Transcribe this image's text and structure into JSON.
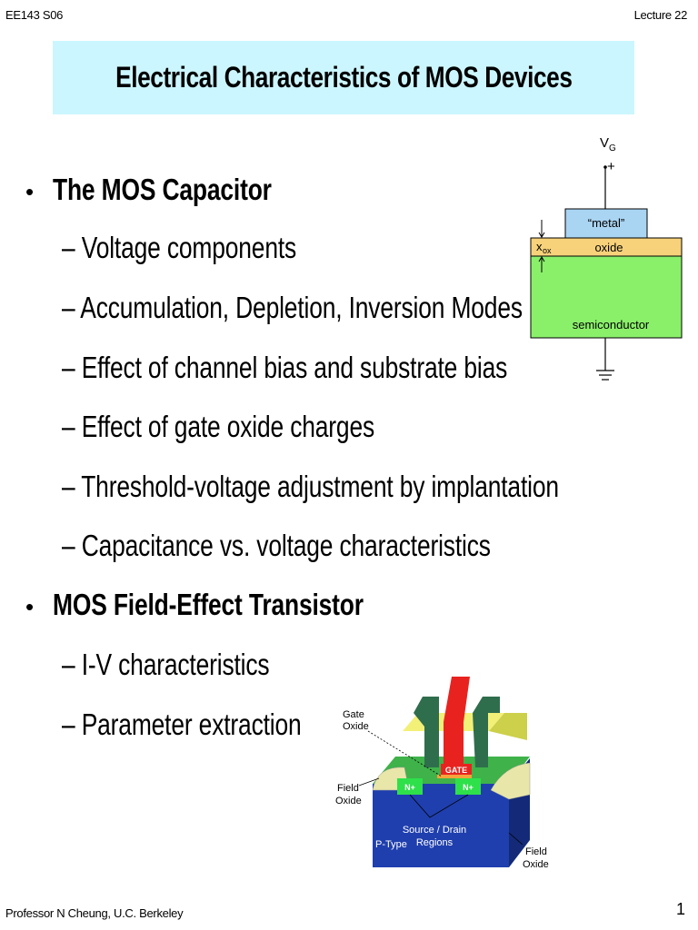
{
  "header": {
    "left": "EE143 S06",
    "right": "Lecture 22"
  },
  "title": "Electrical Characteristics of MOS Devices",
  "bullets": [
    {
      "text": "The MOS Capacitor",
      "level": 1
    },
    {
      "text": "– Voltage components",
      "level": 2
    },
    {
      "text": "– Accumulation, Depletion, Inversion Modes",
      "level": 2
    },
    {
      "text": "– Effect of channel bias and substrate bias",
      "level": 2
    },
    {
      "text": "– Effect of gate oxide charges",
      "level": 2
    },
    {
      "text": "– Threshold-voltage adjustment by implantation",
      "level": 2
    },
    {
      "text": "– Capacitance vs. voltage characteristics",
      "level": 2
    },
    {
      "text": "MOS Field-Effect Transistor",
      "level": 1
    },
    {
      "text": "– I-V characteristics",
      "level": 2
    },
    {
      "text": "– Parameter extraction",
      "level": 2
    }
  ],
  "bullet_glyph": "•",
  "capacitor_diagram": {
    "vg_label": "V",
    "vg_sub": "G",
    "plus": "+",
    "metal_label": "“metal”",
    "oxide_label": "oxide",
    "xox_label": "x",
    "xox_sub": "ox",
    "semiconductor_label": "semiconductor",
    "colors": {
      "metal": "#a9d4f2",
      "oxide": "#f7d27a",
      "semiconductor": "#8af06a"
    }
  },
  "transistor_diagram": {
    "gate_oxide_label_1": "Gate",
    "gate_oxide_label_2": "Oxide",
    "field_oxide_left_1": "Field",
    "field_oxide_left_2": "Oxide",
    "gate_label": "GATE",
    "n_plus_left": "N+",
    "n_plus_right": "N+",
    "source_drain_1": "Source / Drain",
    "source_drain_2": "Regions",
    "p_type": "P-Type",
    "field_oxide_right_1": "Field",
    "field_oxide_right_2": "Oxide"
  },
  "footer": {
    "left": "Professor  N Cheung, U.C. Berkeley",
    "page": "1"
  }
}
